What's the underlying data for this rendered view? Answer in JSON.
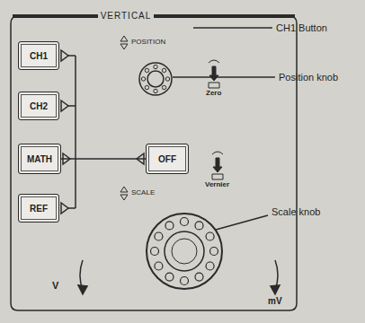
{
  "diagram": {
    "title": "VERTICAL",
    "nodes": [
      {
        "text": [
          "CH1"
        ]
      },
      {
        "text": [
          "CH2"
        ]
      },
      {
        "text": [
          "MATH"
        ]
      },
      {
        "text": [
          "REF"
        ]
      },
      {
        "text": [
          "OFF"
        ]
      }
    ],
    "edges": [
      {
        "from": 2,
        "to": 4,
        "arrow": "none"
      }
    ],
    "labels": [
      "POSITION",
      "Zero",
      "SCALE",
      "Vernier",
      "V",
      "mV",
      "CH1 Button",
      "Position knob",
      "Scale knob"
    ]
  }
}
